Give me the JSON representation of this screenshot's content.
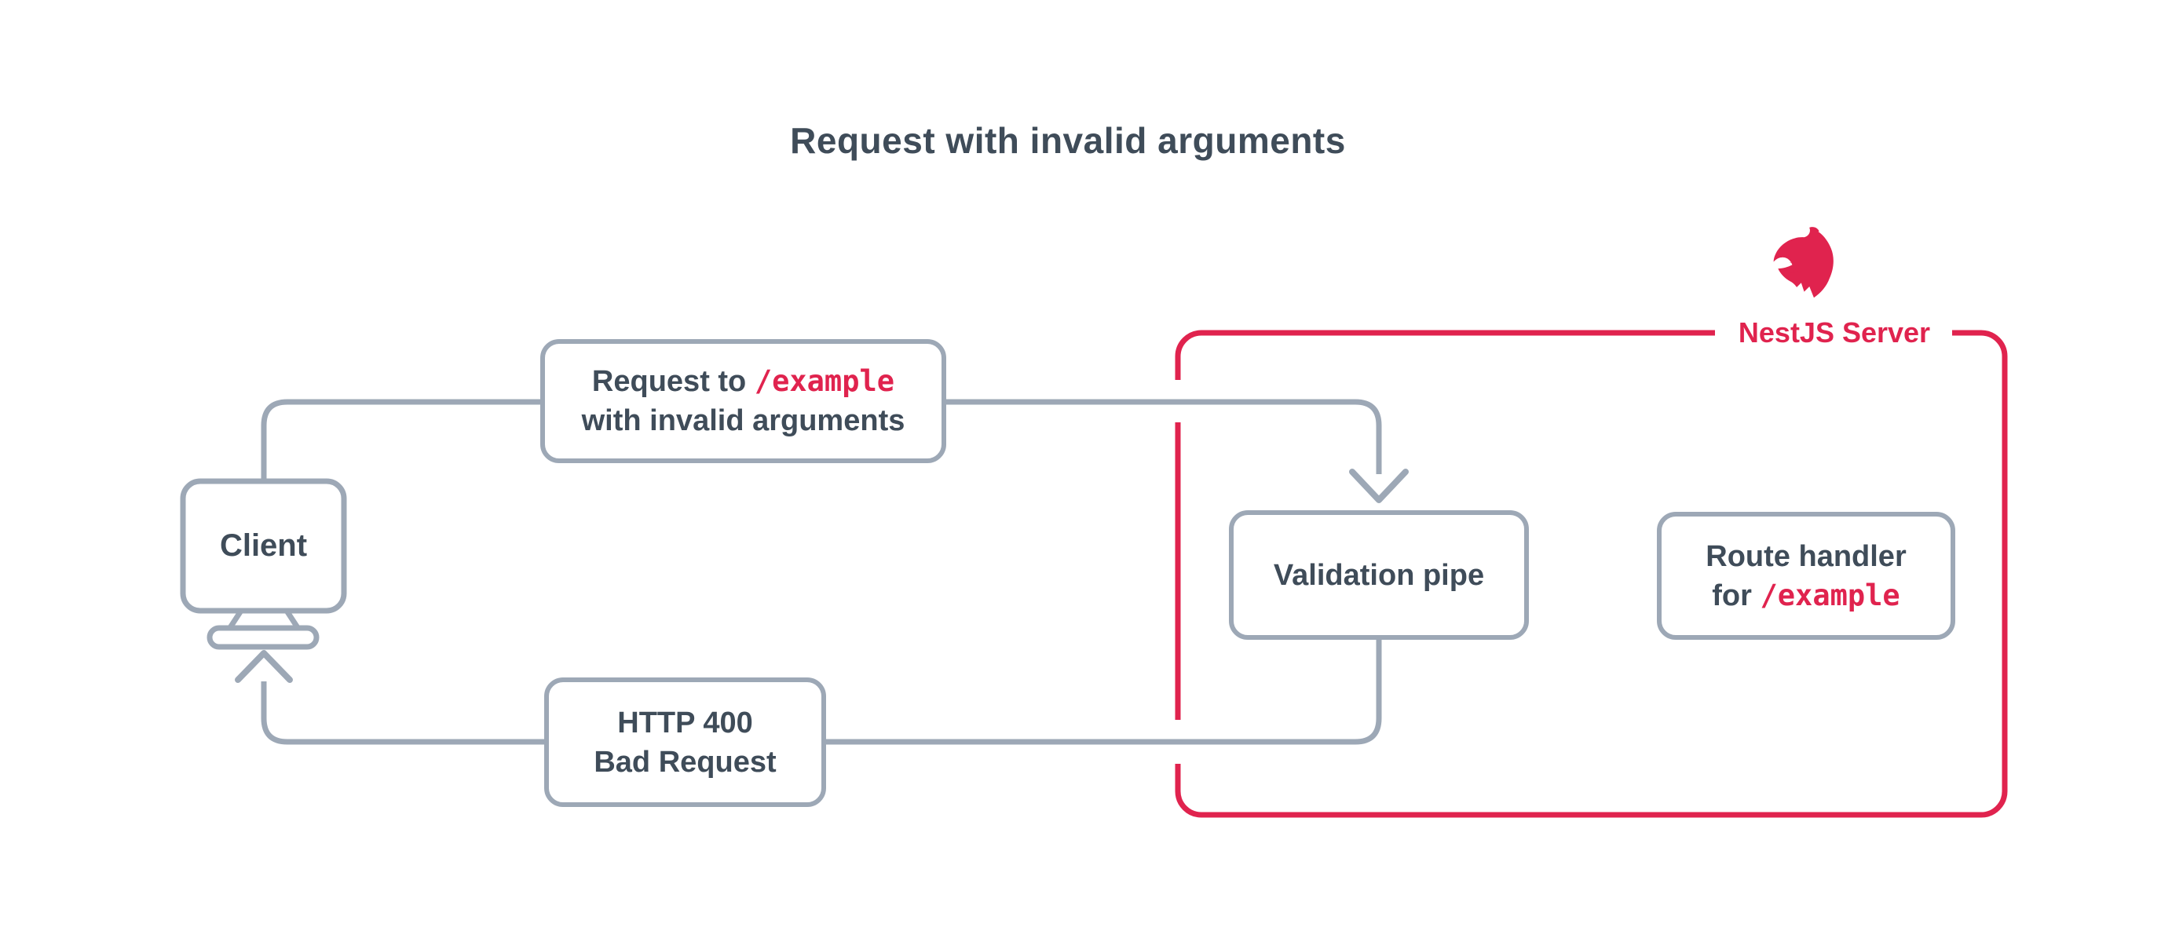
{
  "title": "Request with invalid arguments",
  "colors": {
    "accent_red": "#e0234e",
    "connector_gray": "#9da8b6",
    "text_slate": "#3f4c59",
    "background": "#ffffff"
  },
  "client": {
    "label": "Client"
  },
  "server": {
    "label": "NestJS Server",
    "logo_icon": "nestjs-logo"
  },
  "nodes": {
    "request": {
      "prefix": "Request to ",
      "code": "/example",
      "line2": "with invalid arguments"
    },
    "validation": {
      "label": "Validation pipe"
    },
    "route": {
      "line1": "Route handler",
      "prefix": "for ",
      "code": "/example"
    },
    "response": {
      "line1": "HTTP 400",
      "line2": "Bad Request"
    }
  }
}
